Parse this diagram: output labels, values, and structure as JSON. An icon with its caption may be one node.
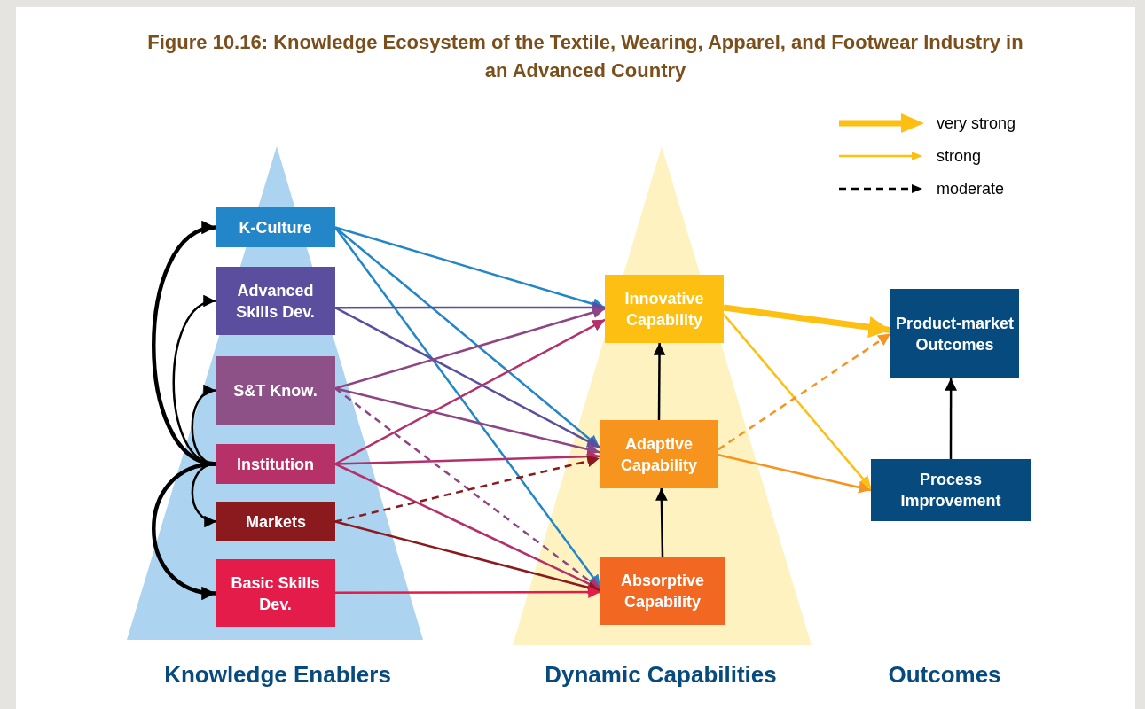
{
  "diagram": {
    "title": "Figure 10.16: Knowledge Ecosystem of the Textile, Wearing, Apparel, and Footwear Industry in an Advanced Country",
    "nodes": [
      {
        "text": [
          "K-Culture"
        ]
      },
      {
        "text": [
          "Advanced Skills Dev."
        ]
      },
      {
        "text": [
          "S&T Know."
        ]
      },
      {
        "text": [
          "Institution"
        ]
      },
      {
        "text": [
          "Markets"
        ]
      },
      {
        "text": [
          "Basic Skills Dev."
        ]
      },
      {
        "text": [
          "Innovative Capability"
        ]
      },
      {
        "text": [
          "Adaptive Capability"
        ]
      },
      {
        "text": [
          "Absorptive Capability"
        ]
      },
      {
        "text": [
          "Product-market Outcomes"
        ]
      },
      {
        "text": [
          "Process Improvement"
        ]
      }
    ],
    "edges": [
      {
        "from": 3,
        "to": 0,
        "arrow": "to",
        "style": "thick"
      },
      {
        "from": 3,
        "to": 1,
        "arrow": "to"
      },
      {
        "from": 3,
        "to": 2,
        "arrow": "to"
      },
      {
        "from": 3,
        "to": 4,
        "arrow": "to"
      },
      {
        "from": 3,
        "to": 5,
        "arrow": "to",
        "style": "thick"
      },
      {
        "from": 0,
        "to": 6,
        "arrow": "to",
        "color": "#2386c8"
      },
      {
        "from": 0,
        "to": 7,
        "arrow": "to",
        "color": "#2386c8"
      },
      {
        "from": 0,
        "to": 8,
        "arrow": "to",
        "color": "#2386c8"
      },
      {
        "from": 1,
        "to": 6,
        "arrow": "to",
        "color": "#5b4e9f"
      },
      {
        "from": 1,
        "to": 7,
        "arrow": "to",
        "color": "#5b4e9f"
      },
      {
        "from": 2,
        "to": 6,
        "arrow": "to",
        "color": "#8e4585"
      },
      {
        "from": 2,
        "to": 7,
        "arrow": "to",
        "color": "#8e4585"
      },
      {
        "from": 2,
        "to": 8,
        "arrow": "to",
        "style": "dashed",
        "color": "#8e4585"
      },
      {
        "from": 3,
        "to": 6,
        "arrow": "to",
        "color": "#b5306a"
      },
      {
        "from": 3,
        "to": 7,
        "arrow": "to",
        "color": "#b5306a"
      },
      {
        "from": 3,
        "to": 8,
        "arrow": "to",
        "color": "#b5306a"
      },
      {
        "from": 4,
        "to": 7,
        "arrow": "to",
        "style": "dashed",
        "color": "#8b1a1e"
      },
      {
        "from": 4,
        "to": 8,
        "arrow": "to",
        "color": "#8b1a1e"
      },
      {
        "from": 5,
        "to": 8,
        "arrow": "to",
        "color": "#e31c4a"
      },
      {
        "from": 8,
        "to": 7,
        "arrow": "to"
      },
      {
        "from": 7,
        "to": 6,
        "arrow": "to"
      },
      {
        "from": 6,
        "to": 9,
        "arrow": "to",
        "style": "thick",
        "color": "#fdbf12"
      },
      {
        "from": 6,
        "to": 10,
        "arrow": "to",
        "color": "#fdbf12"
      },
      {
        "from": 7,
        "to": 9,
        "arrow": "to",
        "style": "dashed",
        "color": "#f7941d"
      },
      {
        "from": 7,
        "to": 10,
        "arrow": "to",
        "color": "#f7941d"
      },
      {
        "from": 10,
        "to": 9,
        "arrow": "to"
      }
    ],
    "labels": [
      "Knowledge Enablers",
      "Dynamic Capabilities",
      "Outcomes"
    ],
    "legend": [
      {
        "text": "very strong"
      },
      {
        "text": "strong"
      },
      {
        "text": "moderate"
      }
    ]
  }
}
